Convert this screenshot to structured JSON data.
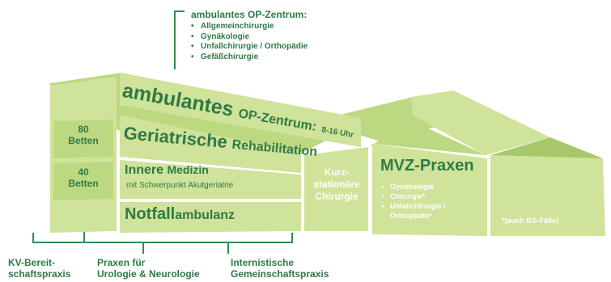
{
  "op_zentrum_callout": {
    "title": "ambulantes OP-Zentrum:",
    "items": [
      "Allgemeinchirurgie",
      "Gynäkologie",
      "Unfallchirurgie / Orthopädie",
      "Gefäßchirurgie"
    ]
  },
  "floors": {
    "top_main": "ambulantes",
    "top_rest": "OP-Zentrum:",
    "top_hours": "8-16 Uhr",
    "geriatrie_main": "Geriatrische",
    "geriatrie_rest": "Rehabilitation",
    "geriatrie_beds": "80",
    "geriatrie_beds_unit": "Betten",
    "innere_main": "Innere",
    "innere_rest": "Medizin",
    "innere_sub": "mit Schwerpunkt Akutgeriatrie",
    "innere_beds": "40",
    "innere_beds_unit": "Betten",
    "notfall_main": "Notfall",
    "notfall_rest": "ambulanz"
  },
  "kurzstationaer": {
    "line1": "Kurz-",
    "line2": "stationäre",
    "line3": "Chirurgie"
  },
  "mvz": {
    "title": "MVZ-Praxen",
    "items": [
      "Gynäkologie",
      "Chirurgie*",
      "Unfallchirurgie /",
      "Orthopädie*"
    ],
    "footnote": "*(auch BG-Fälle)"
  },
  "bottom_labels": {
    "kv_line1": "KV-Bereit-",
    "kv_line2": "schaftspraxis",
    "praxen_line1": "Praxen für",
    "praxen_line2": "Urologie & Neurologie",
    "intern_line1": "Internistische",
    "intern_line2": "Gemeinschaftspraxis"
  },
  "colors": {
    "facade_light": "#cfe39a",
    "facade_mid": "#bcd982",
    "facade_dark": "#a7c86a",
    "text_green": "#2f7a45",
    "line_green": "#3a8a55"
  }
}
